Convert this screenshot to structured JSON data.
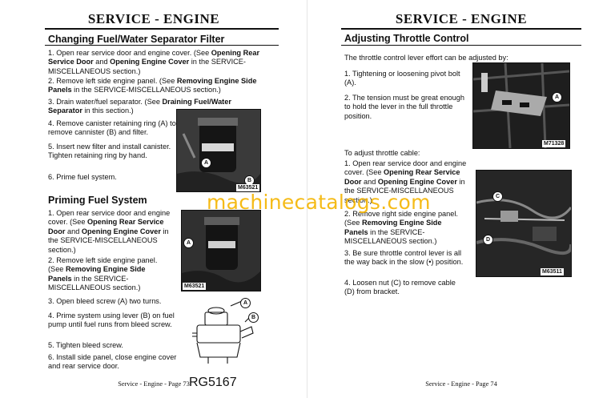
{
  "left": {
    "banner": "SERVICE - ENGINE",
    "sec1": {
      "title": "Changing Fuel/Water Separator Filter",
      "s1": [
        "1. Open rear service door and engine cover. (See ",
        "Opening Rear Service Door",
        " and ",
        "Opening Engine Cover",
        " in the SERVICE-MISCELLANEOUS section.)"
      ],
      "s2": [
        "2. Remove left side engine panel. (See ",
        "Removing Engine Side Panels",
        " in the SERVICE-MISCELLANEOUS section.)"
      ],
      "s3": [
        "3. Drain water/fuel separator. (See ",
        "Draining Fuel/Water Separator",
        " in this section.)"
      ],
      "s4": "4. Remove canister retaining ring (A) to remove cannister (B) and filter.",
      "s5": "5. Insert new filter and install canister. Tighten retaining ring by hand.",
      "s6": "6. Prime fuel system.",
      "photo_tag": "M63521"
    },
    "sec2": {
      "title": "Priming Fuel System",
      "s1": [
        "1. Open rear service door and engine cover. (See ",
        "Opening Rear Service Door",
        " and ",
        "Opening Engine Cover",
        " in the SERVICE-MISCELLANEOUS section.)"
      ],
      "s2": [
        "2. Remove left side engine panel. (See ",
        "Removing Engine Side Panels",
        " in the SERVICE-MISCELLANEOUS section.)"
      ],
      "s3": "3. Open bleed screw (A) two turns.",
      "s4": "4. Prime system using lever (B) on fuel pump until fuel runs from bleed screw.",
      "s5": "5. Tighten bleed screw.",
      "s6": "6. Install side panel, close engine cover and rear service door.",
      "photo_tag": "M63521",
      "drawing_tag": "RG5167"
    },
    "footer": "Service - Engine - Page 73"
  },
  "right": {
    "banner": "SERVICE - ENGINE",
    "title": "Adjusting Throttle Control",
    "intro": "The throttle control lever effort can be adjusted by:",
    "a1": "1. Tightening or loosening pivot bolt (A).",
    "a2": "2. The tension must be great enough to hold the lever in the full throttle position.",
    "cable_intro": "To adjust throttle cable:",
    "c1": [
      "1. Open rear service door and engine cover. (See ",
      "Opening Rear Service Door",
      " and ",
      "Opening Engine Cover",
      " in the SERVICE-MISCELLANEOUS section.)"
    ],
    "c2": [
      "2. Remove right side engine panel. (See ",
      "Removing Engine Side Panels",
      " in the SERVICE-MISCELLANEOUS section.)"
    ],
    "c3": "3. Be sure throttle control lever is all the way back in the slow (•) position.",
    "c4": "4. Loosen nut (C) to remove cable (D) from bracket.",
    "photo1_tag": "M71328",
    "photo2_tag": "M63511",
    "footer": "Service - Engine - Page 74"
  },
  "callouts": {
    "a": "A",
    "b": "B",
    "c": "C",
    "d": "D"
  },
  "watermark": "machinecatalogs.com"
}
